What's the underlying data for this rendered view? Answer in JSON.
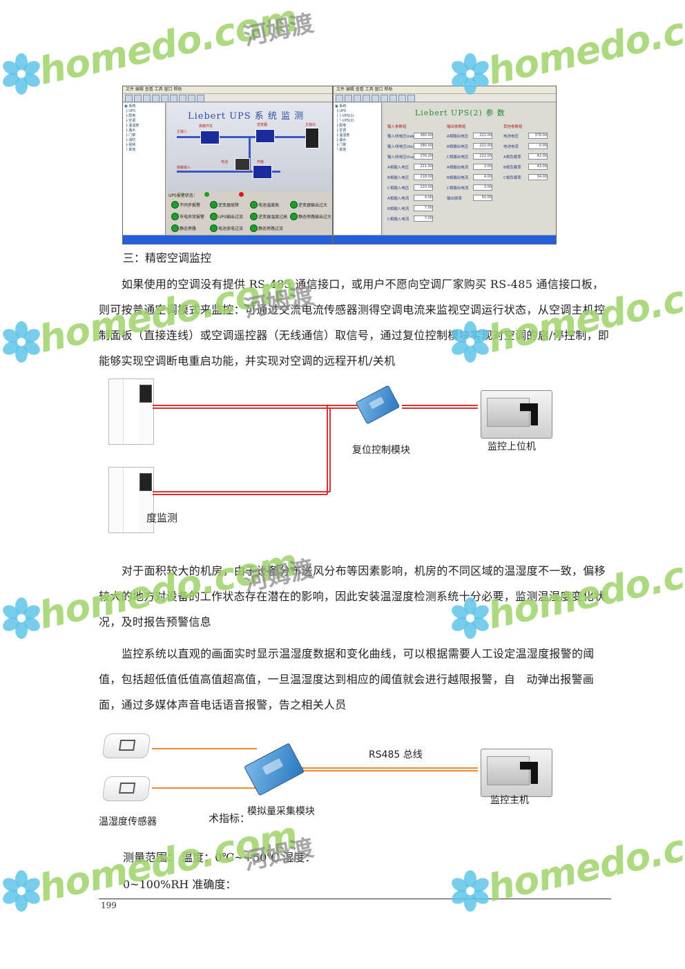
{
  "screenshot_left": {
    "title": "Liebert UPS 系 统 监 测",
    "node_labels": [
      "旁路开关",
      "逆变器",
      "主输入",
      "充电器",
      "电池",
      "主输出",
      "旁路输入",
      "开路"
    ],
    "status_line": "UPS报警状态：",
    "lamps": [
      "不同步报警",
      "逆变器故障",
      "电池温度高",
      "逆变器输出过大",
      "市电异常报警",
      "UPS输出过流",
      "逆变器温度过高",
      "静态旁路输出过大",
      "静态旁路",
      "电池放电过流",
      "静态旁路过流"
    ]
  },
  "screenshot_right": {
    "title": "Liebert UPS(2) 参 数",
    "col_headers": [
      "输入参数组",
      "输出参数组",
      "其他参数组"
    ],
    "input_labels": [
      "输入线电压Uab",
      "输入线电压Ubc",
      "输入线电压Uca",
      "A相输入电压",
      "B相输入电压",
      "C相输入电压",
      "A相输入电流",
      "B相输入电流",
      "C相输入电流"
    ],
    "input_values": [
      "380.00",
      "380.00",
      "376.00",
      "221.00",
      "218.00",
      "220.00",
      "4.00",
      "7.00",
      "7.00"
    ],
    "output_labels": [
      "A相输出电压",
      "B相输出电压",
      "C相输出电压",
      "A相输出电流",
      "B相输出电流",
      "C相输出电流",
      "输出频率"
    ],
    "output_values": [
      "221.00",
      "221.00",
      "222.00",
      "3.00",
      "4.00",
      "3.00",
      "50.00"
    ],
    "other_labels": [
      "电池电压",
      "电池电流",
      "A相负载率",
      "B相负载率",
      "C相负载率"
    ],
    "other_values": [
      "378.00",
      "0.00",
      "42.00",
      "43.00",
      "34.00"
    ]
  },
  "section_title": "三：精密空调监控",
  "para1": "如果使用的空调没有提供 RS-485 通信接口，或用户不愿向空调厂家购买 RS-485 通信接口板，则可按普通空调模式来监控：可通过交流电流传感器测得空调电流来监视空调运行状态，从空调主机控制面板（直接连线）或空调遥控器（无线通信）取信号，通过复位控制模块实现对空调的启/停控制，即能够实现空调断电重启功能，并实现对空调的远程开机/关机",
  "diagram1": {
    "module_label": "复位控制模块",
    "host_label": "监控上位机",
    "partial_label": "度监测"
  },
  "para2": "对于面积较大的机房，由于设备分布送风分布等因素影响，机房的不同区域的温湿度不一致，偏移较大的地方对设备的工作状态存在潜在的影响，因此安装温湿度检测系统十分必要，监测温湿度变化状况，及时报告预警信息",
  "para3": "监控系统以直观的画面实时显示温湿度数据和变化曲线，可以根据需要人工设定温湿度报警的阈值，包括超低值低值高值超高值，一旦温湿度达到相应的阈值就会进行越限报警，自　动弹出报警画面，通过多媒体声音电话语音报警，告之相关人员",
  "diagram2": {
    "bus_label": "RS485 总线",
    "sensor_label": "温湿度传感器",
    "partial_label": "术指标：",
    "module_label": "模拟量采集模块",
    "host_label": "监控主机"
  },
  "spec1": "测量范围：  温度：0℃~+50℃ 湿度：",
  "spec2": "0~100%RH 准确度：",
  "page_number": "199",
  "watermark": {
    "text": "homedo.com",
    "cn": "河姆渡",
    "color": "#9fd36a"
  }
}
